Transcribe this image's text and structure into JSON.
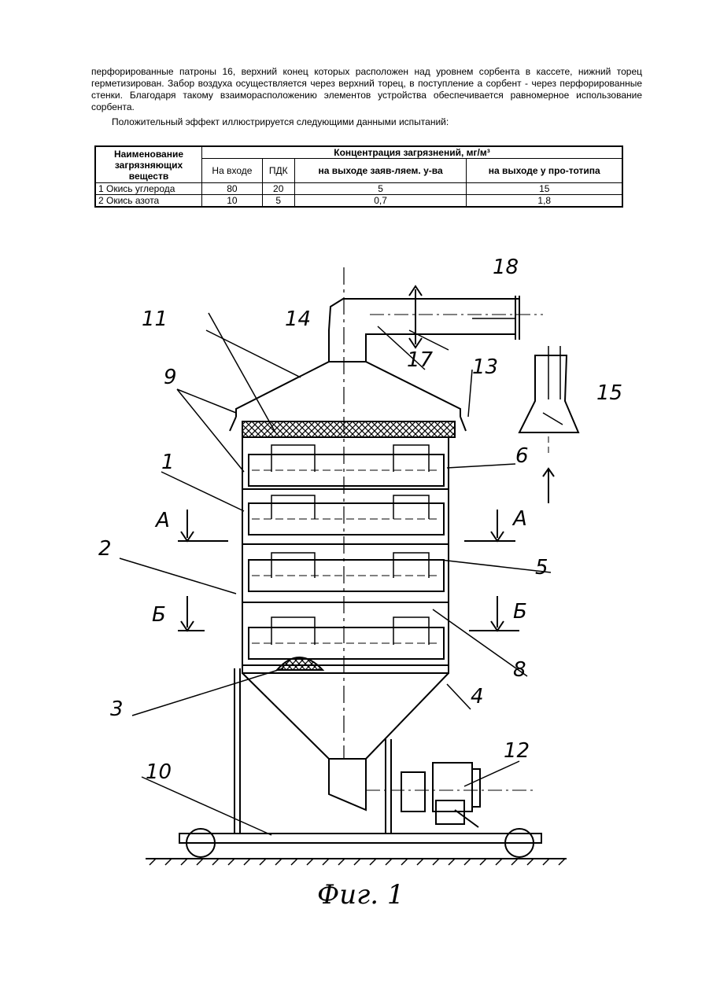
{
  "text": {
    "para1": "перфорированные патроны 16, верхний конец которых расположен над уровнем сорбента в кассете, нижний торец герметизирован. Забор воздуха осуществляется через верхний торец, в поступление а сорбент - через перфорированные стенки. Благодаря такому взаиморасположению элементов устройства обеспечивается равномерное использование сорбента.",
    "para2": "Положительный эффект иллюстрируется следующими данными испытаний:"
  },
  "table": {
    "header_name": "Наименование загрязняющих веществ",
    "header_group": "Концентрация загрязнений, мг/м³",
    "columns": [
      "На входе",
      "ПДК",
      "на выходе заяв-ляем. у-ва",
      "на выходе у про-тотипа"
    ],
    "rows": [
      {
        "name": "1 Окись углерода",
        "values": [
          "80",
          "20",
          "5",
          "15"
        ]
      },
      {
        "name": "2 Окись азота",
        "values": [
          "10",
          "5",
          "0,7",
          "1,8"
        ]
      }
    ]
  },
  "figure": {
    "callouts": [
      "1",
      "2",
      "3",
      "4",
      "5",
      "6",
      "8",
      "9",
      "10",
      "11",
      "12",
      "13",
      "14",
      "15",
      "17",
      "18"
    ],
    "section_labels": [
      "А",
      "А",
      "Б",
      "Б"
    ],
    "caption": "Фиг. 1"
  }
}
